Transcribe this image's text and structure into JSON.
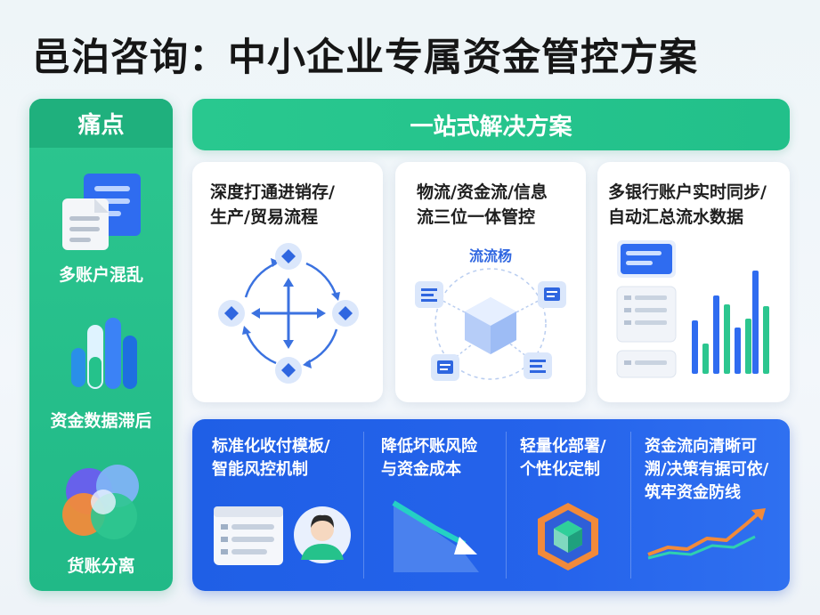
{
  "title": "邑泊咨询：中小企业专属资金管控方案",
  "pain_points": {
    "header": "痛点",
    "items": [
      {
        "label": "多账户混乱",
        "icon": "documents-icon"
      },
      {
        "label": "资金数据滞后",
        "icon": "bar-capsule-icon"
      },
      {
        "label": "货账分离",
        "icon": "overlapping-circles-icon"
      }
    ]
  },
  "solution": {
    "header": "一站式解决方案",
    "cards": [
      {
        "title": "深度打通进销存/\n生产/贸易流程",
        "icon": "process-cycle-icon"
      },
      {
        "title": "物流/资金流/信息\n流三位一体管控",
        "center_label": "流流杨",
        "icon": "hub-cube-icon"
      },
      {
        "title": "多银行账户实时同步/\n自动汇总流水数据",
        "icon": "dashboard-bars-icon"
      }
    ],
    "benefits": [
      {
        "title": "标准化收付模板/\n智能风控机制",
        "icon": "form-user-icon"
      },
      {
        "title": "降低坏账风险\n与资金成本",
        "icon": "down-trend-icon"
      },
      {
        "title": "轻量化部署/\n个性化定制",
        "icon": "hexagon-cube-icon"
      },
      {
        "title": "资金流向清晰可\n溯/决策有据可依/\n筑牢资金防线",
        "icon": "up-trend-icon"
      }
    ]
  },
  "colors": {
    "green": "#22c08a",
    "blue": "#2563eb",
    "text": "#161616"
  }
}
